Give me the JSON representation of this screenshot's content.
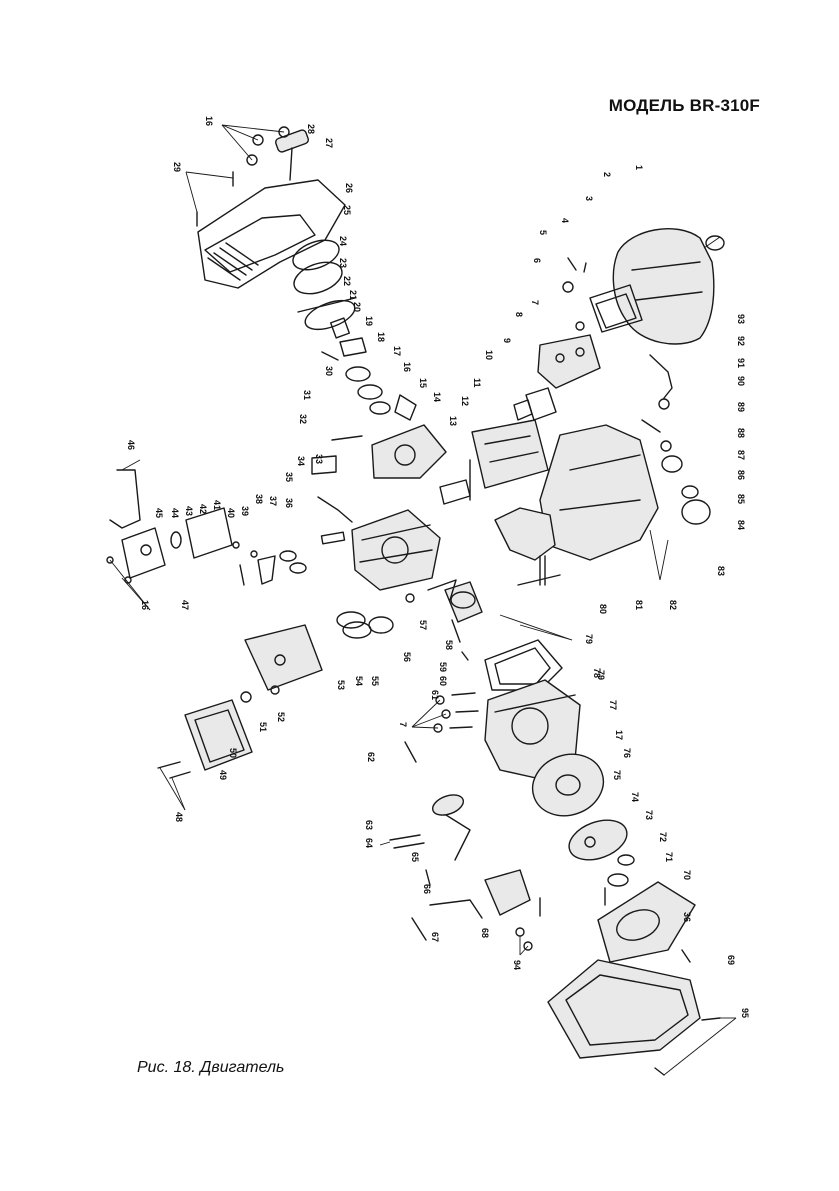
{
  "header": {
    "model_title": "МОДЕЛЬ BR-310F"
  },
  "caption": {
    "text": "Рис. 18. Двигатель"
  },
  "diagram": {
    "part_numbers": [
      "1",
      "2",
      "3",
      "4",
      "5",
      "6",
      "7",
      "8",
      "9",
      "10",
      "11",
      "12",
      "13",
      "14",
      "15",
      "16",
      "17",
      "18",
      "19",
      "20",
      "21",
      "22",
      "23",
      "24",
      "25",
      "26",
      "27",
      "28",
      "29",
      "30",
      "31",
      "32",
      "33",
      "34",
      "35",
      "36",
      "37",
      "38",
      "39",
      "40",
      "41",
      "42",
      "43",
      "44",
      "45",
      "46",
      "47",
      "48",
      "49",
      "50",
      "51",
      "52",
      "53",
      "54",
      "55",
      "56",
      "57",
      "58",
      "59",
      "60",
      "61",
      "62",
      "63",
      "64",
      "65",
      "66",
      "67",
      "68",
      "69",
      "70",
      "71",
      "72",
      "73",
      "74",
      "75",
      "76",
      "77",
      "78",
      "79",
      "80",
      "81",
      "82",
      "83",
      "84",
      "85",
      "86",
      "87",
      "88",
      "89",
      "90",
      "91",
      "92",
      "93",
      "94",
      "95"
    ]
  }
}
